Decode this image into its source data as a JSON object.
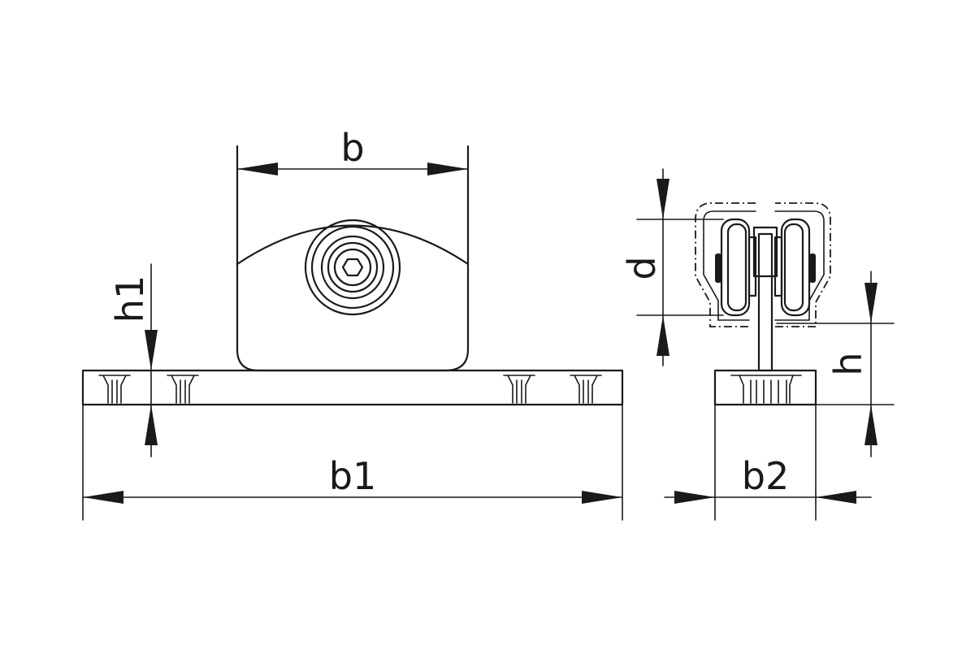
{
  "labels": {
    "b": "b",
    "b1": "b1",
    "b2": "b2",
    "h": "h",
    "h1": "h1",
    "d": "d"
  },
  "colors": {
    "line": "#1a1a1a",
    "background": "#ffffff"
  }
}
